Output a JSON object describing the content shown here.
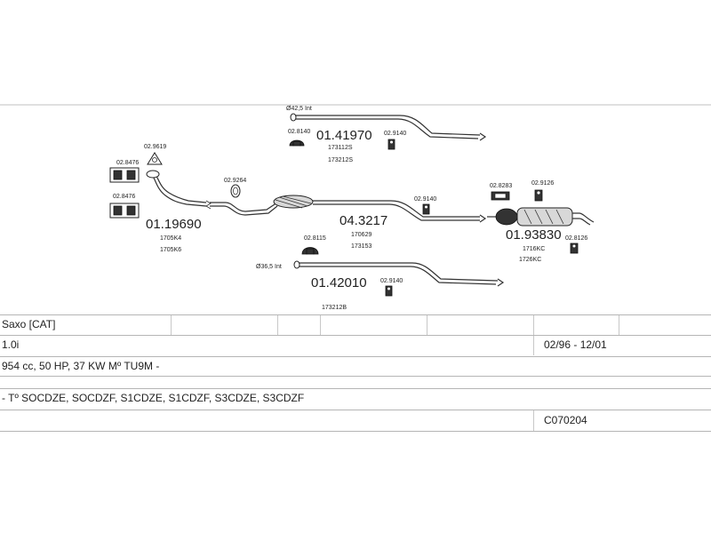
{
  "diagram": {
    "parts": {
      "front_pipe": {
        "number": "01.19690",
        "refs": [
          "1705K4",
          "1705K6"
        ]
      },
      "cat_pipe_top": {
        "number": "01.41970",
        "refs": [
          "173112S",
          "173212S"
        ],
        "diameter_label": "Ø42,5 Int"
      },
      "middle_silencer": {
        "number": "04.3217",
        "refs": [
          "170629",
          "173153"
        ]
      },
      "cat_pipe_bottom": {
        "number": "01.42010",
        "refs": [
          "173212B"
        ],
        "diameter_label": "Ø36,5 Int"
      },
      "rear_silencer": {
        "number": "01.93830",
        "refs": [
          "1716KC",
          "1726KC"
        ]
      }
    },
    "fittings": {
      "f1": "02.9619",
      "f2": "02.8476",
      "f3": "02.8476",
      "f4": "02.9264",
      "f5": "02.8140",
      "f6": "02.9140",
      "f7": "02.9140",
      "f8": "02.8115",
      "f9": "02.9140",
      "f10": "02.8283",
      "f11": "02.9126",
      "f12": "02.8126"
    }
  },
  "table": {
    "model": "Saxo  [CAT]",
    "engine": "1.0i",
    "dates": "02/96 - 12/01",
    "specs": "954 cc, 50 HP, 37 KW Mº TU9M -",
    "codes": "- Tº SOCDZE, SOCDZF, S1CDZE, S1CDZF, S3CDZE, S3CDZF",
    "code": "C070204"
  }
}
